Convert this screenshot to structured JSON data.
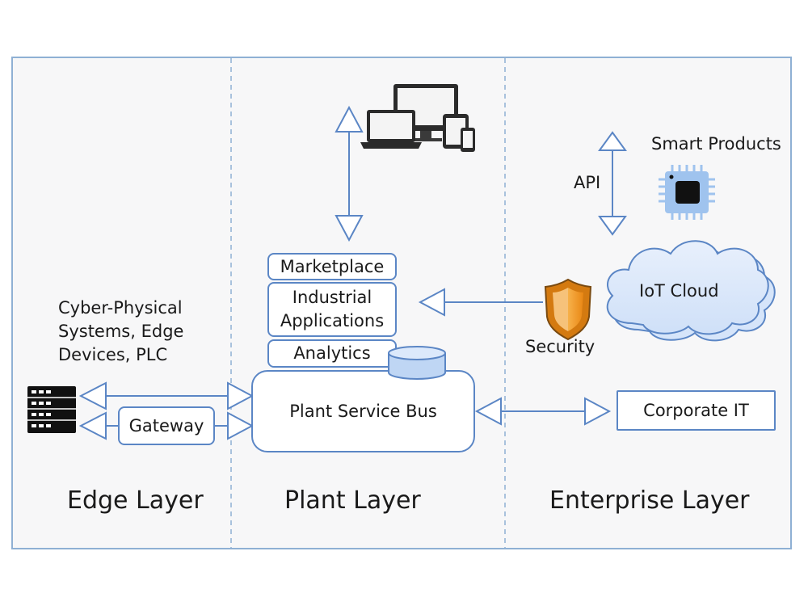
{
  "layers": {
    "edge": "Edge Layer",
    "plant": "Plant Layer",
    "enterprise": "Enterprise Layer"
  },
  "edge": {
    "devices_line1": "Cyber-Physical",
    "devices_line2": "Systems, Edge",
    "devices_line3": "Devices, PLC",
    "gateway": "Gateway"
  },
  "plant": {
    "marketplace": "Marketplace",
    "industrial_line1": "Industrial",
    "industrial_line2": "Applications",
    "analytics": "Analytics",
    "service_bus": "Plant Service Bus"
  },
  "enterprise": {
    "api": "API",
    "smart_products": "Smart Products",
    "iot_cloud": "IoT Cloud",
    "security": "Security",
    "corporate_it": "Corporate IT"
  },
  "colors": {
    "line": "#5b86c5",
    "frame": "#8fb0d4",
    "cloud_fill": "#dbe8fb",
    "chip": "#9fc3ee",
    "shield": "#f39a2c"
  },
  "icons": [
    "devices-icon",
    "chip-icon",
    "cloud-icon",
    "shield-icon",
    "server-rack-icon",
    "database-icon"
  ]
}
